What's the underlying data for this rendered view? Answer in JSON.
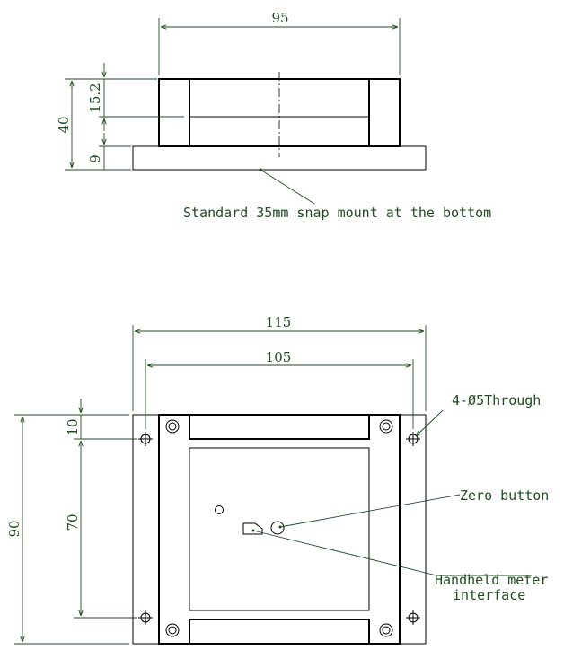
{
  "top_view": {
    "dim_width": "95",
    "dim_height_total": "40",
    "dim_body": "15.2",
    "dim_base": "9",
    "note_mount": "Standard 35mm snap mount at the bottom"
  },
  "front_view": {
    "dim_outer_width": "115",
    "dim_hole_spacing_x": "105",
    "dim_height": "90",
    "dim_hole_offset": "10",
    "dim_hole_spacing_y": "70",
    "label_holes": "4-Ø5Through",
    "label_zero_button": "Zero button",
    "label_interface_line1": "Handheld meter",
    "label_interface_line2": "interface"
  }
}
